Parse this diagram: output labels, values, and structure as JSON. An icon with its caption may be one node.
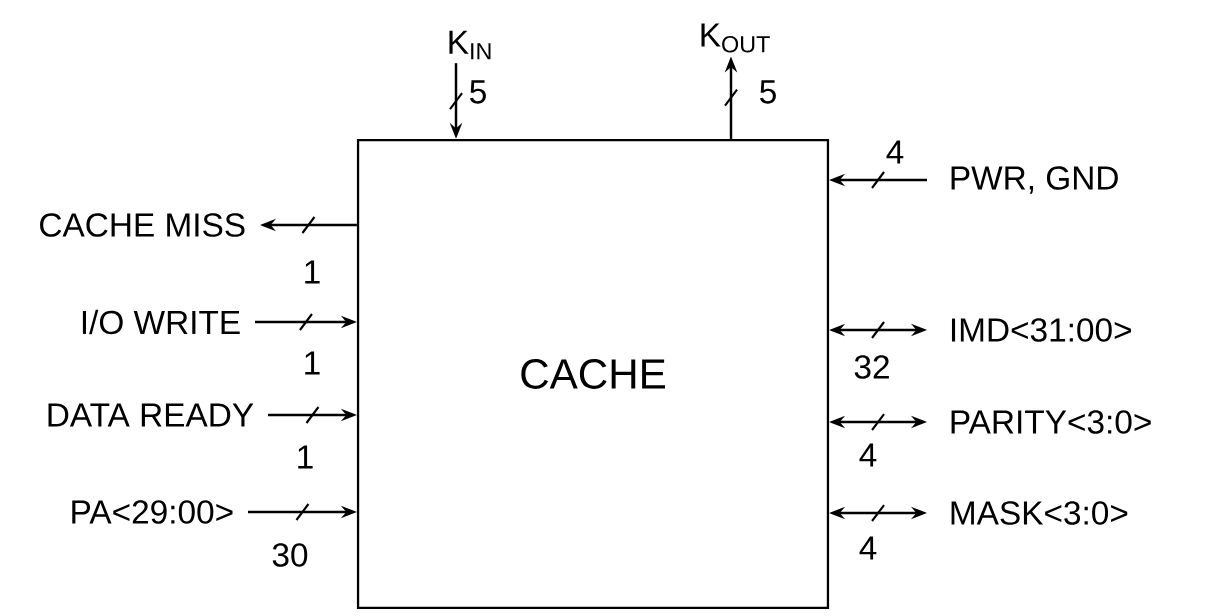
{
  "diagram": {
    "nodes": [
      {
        "text": [
          "CACHE"
        ]
      },
      {
        "text": [
          "K$_{IN}$"
        ]
      },
      {
        "text": [
          "K$_{OUT}$"
        ]
      },
      {
        "text": [
          "CACHE MISS"
        ]
      },
      {
        "text": [
          "I/O WRITE"
        ]
      },
      {
        "text": [
          "DATA READY"
        ]
      },
      {
        "text": [
          "PA<29:00>"
        ]
      },
      {
        "text": [
          "PWR, GND"
        ]
      },
      {
        "text": [
          "IMD<31:00>"
        ]
      },
      {
        "text": [
          "PARITY<3:0>"
        ]
      },
      {
        "text": [
          "MASK<3:0>"
        ]
      }
    ],
    "edges": [
      {
        "from": 1,
        "to": 0,
        "arrow": "to",
        "label": "5"
      },
      {
        "from": 0,
        "to": 2,
        "arrow": "to",
        "label": "5"
      },
      {
        "from": 0,
        "to": 3,
        "arrow": "to",
        "label": "1"
      },
      {
        "from": 4,
        "to": 0,
        "arrow": "to",
        "label": "1"
      },
      {
        "from": 5,
        "to": 0,
        "arrow": "to",
        "label": "1"
      },
      {
        "from": 6,
        "to": 0,
        "arrow": "to",
        "label": "30"
      },
      {
        "from": 7,
        "to": 0,
        "arrow": "to",
        "label": "4"
      },
      {
        "from": 0,
        "to": 8,
        "arrow": "both",
        "label": "32"
      },
      {
        "from": 0,
        "to": 9,
        "arrow": "both",
        "label": "4"
      },
      {
        "from": 0,
        "to": 10,
        "arrow": "both",
        "label": "4"
      }
    ]
  }
}
